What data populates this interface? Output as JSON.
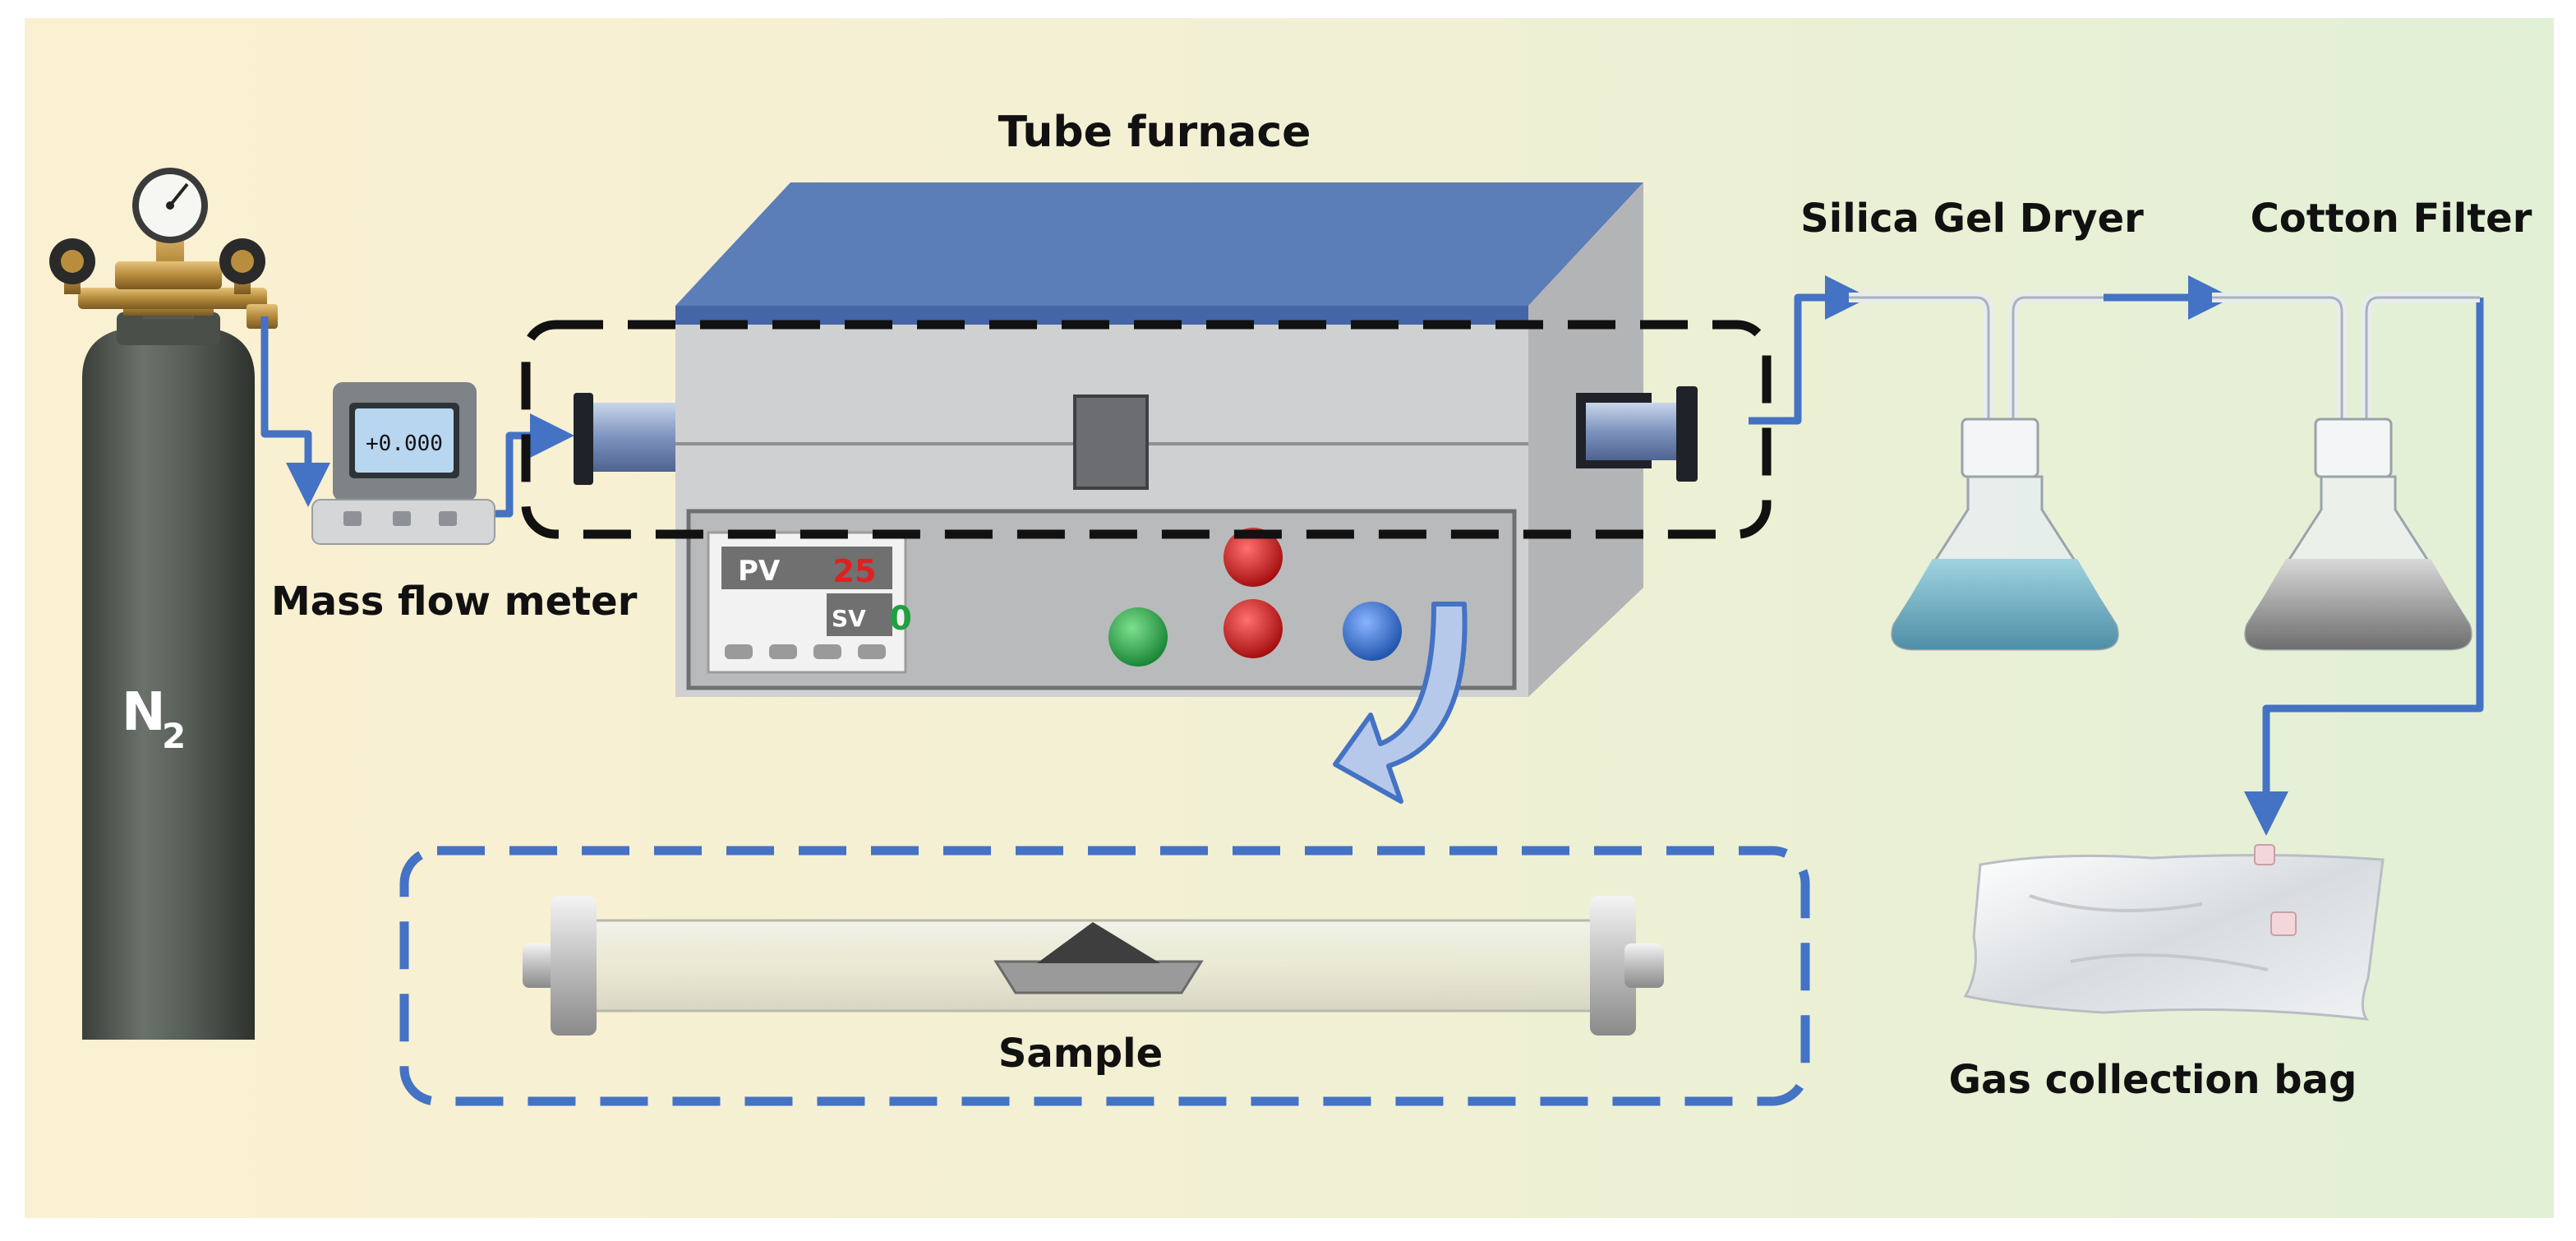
{
  "labels": {
    "tube_furnace": "Tube furnace",
    "mass_flow_meter": "Mass flow meter",
    "silica_gel_dryer": "Silica Gel Dryer",
    "cotton_filter": "Cotton Filter",
    "sample": "Sample",
    "gas_collection_bag": "Gas collection bag",
    "gas_main": "N",
    "gas_sub": "2"
  },
  "flow_meter": {
    "display": "+0.000"
  },
  "controller": {
    "pv_label": "PV",
    "pv_value": "25",
    "sv_label": "SV",
    "sv_value": "0"
  },
  "colors": {
    "flow_line": "#4472C4",
    "furnace_top": "#5B7DB8",
    "background_left": "#FBF0D2",
    "background_right": "#E2F0D6",
    "cylinder": "#545A54",
    "pv_value": "#E02020",
    "sv_value": "#20A040",
    "button_green": "#1FA040",
    "button_red": "#D01818",
    "button_blue": "#2A6ACF"
  }
}
